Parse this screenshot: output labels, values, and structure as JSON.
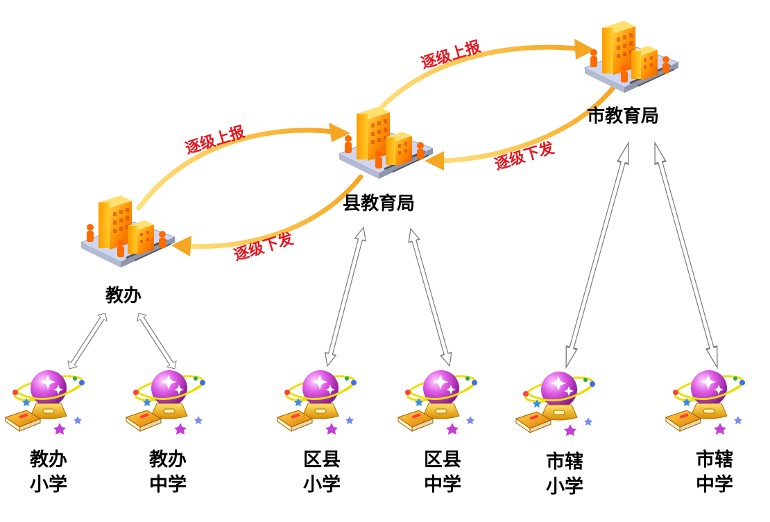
{
  "colors": {
    "flow_arrow": "#f5a623",
    "flow_text": "#e8141e",
    "connector_fill": "#ffffff",
    "connector_stroke": "#7a7a7a",
    "building_orange": "#ff8a00",
    "building_yellow": "#ffd000",
    "globe_magenta": "#d93adf",
    "stand_gold": "#f3b400"
  },
  "icons": {
    "office": "office-building-icon",
    "school": "crystal-globe-book-icon"
  },
  "nodes": {
    "city": {
      "label": "市教育局"
    },
    "county": {
      "label": "县教育局"
    },
    "office": {
      "label": "教办"
    }
  },
  "flows": {
    "office_to_county_up": "逐级上报",
    "county_to_office_down": "逐级下发",
    "county_to_city_up": "逐级上报",
    "city_to_county_down": "逐级下发"
  },
  "schools": [
    {
      "line1": "教办",
      "line2": "小学"
    },
    {
      "line1": "教办",
      "line2": "中学"
    },
    {
      "line1": "区县",
      "line2": "小学"
    },
    {
      "line1": "区县",
      "line2": "中学"
    },
    {
      "line1": "市辖",
      "line2": "小学"
    },
    {
      "line1": "市辖",
      "line2": "中学"
    }
  ]
}
